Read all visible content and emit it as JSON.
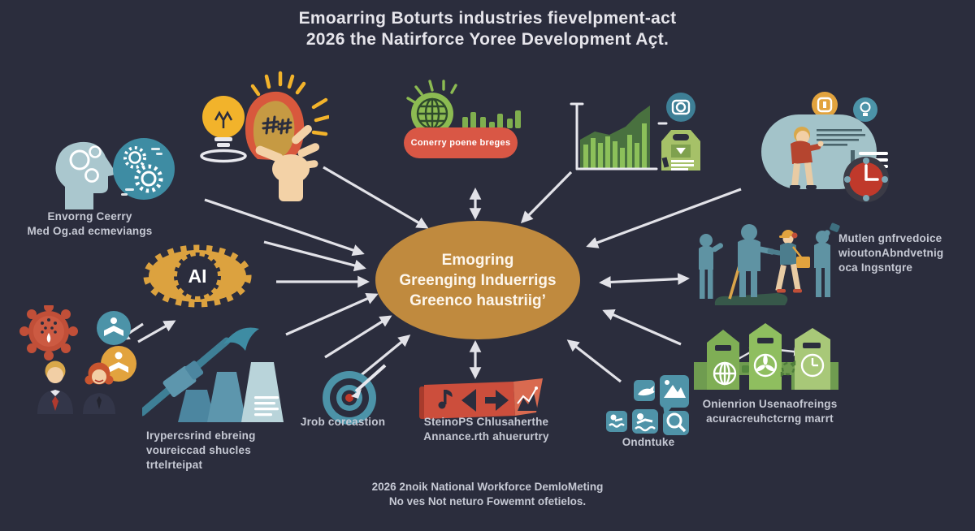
{
  "title": {
    "line1": "Emoarring Boturts industries fievelpment-act",
    "line2": "2026 the Natirforce Yoree Development Açt."
  },
  "center": {
    "line1": "Emogring",
    "line2": "Greenging Induerrigs",
    "line3": "Greenco haustriig’"
  },
  "pill": {
    "label": "Conerry poene breges"
  },
  "ai": {
    "label": "AI"
  },
  "labels": {
    "mind": {
      "line1": "Envorng Ceerry",
      "line2": "Med Og.ad ecmeviangs"
    },
    "workforce": {
      "line1": "Mutlen gnfrvedoice",
      "line2": "wioutonAbndvetnig",
      "line3": "oca Ingsntgre"
    },
    "factories": {
      "line1": "Onienrion Usenaofreings",
      "line2": "acuracreuhctcrng marrt"
    },
    "social": {
      "line1": "Ondntuke"
    },
    "banner": {
      "line1": "SteinoPS Chlusaherthe",
      "line2": "Annance.rth ahuerurtry"
    },
    "target": {
      "line1": "Jrob coreastion"
    },
    "towers": {
      "line1": "Irypercsrind ebreing",
      "line2": "voureiccad shucles",
      "line3": "trtelrteipat"
    }
  },
  "footer": {
    "line1": "2026 2noik National Workforce DemloMeting",
    "line2": "No ves Not neturo Fowemnt ofetielos."
  },
  "icon_names": [
    "head-gears",
    "lightbulb-hand",
    "globe-bars",
    "growth-chart",
    "camera",
    "vest",
    "training-blob",
    "clock",
    "workers-group",
    "factory",
    "social-tiles",
    "media-banner",
    "target",
    "cooling-towers",
    "virus",
    "avatars",
    "ai-gear"
  ],
  "colors": {
    "background": "#2b2d3d",
    "ellipse_gold": "#c08a3e",
    "pill_red": "#d95745",
    "banner_red": "#cc4e3c",
    "teal": "#4c93a8",
    "green": "#8cbb52",
    "gear_gold": "#dca23f",
    "arrow": "#e2e2e8",
    "text_light": "#c6c9d4"
  }
}
